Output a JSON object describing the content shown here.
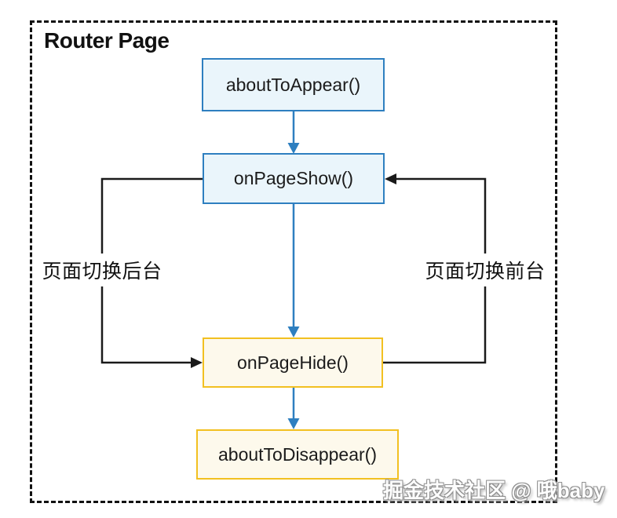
{
  "diagram": {
    "title": "Router Page",
    "nodes": [
      {
        "id": "aboutToAppear",
        "label": "aboutToAppear()",
        "style": "blue"
      },
      {
        "id": "onPageShow",
        "label": "onPageShow()",
        "style": "blue"
      },
      {
        "id": "onPageHide",
        "label": "onPageHide()",
        "style": "yellow"
      },
      {
        "id": "aboutToDisappear",
        "label": "aboutToDisappear()",
        "style": "yellow"
      }
    ],
    "edge_labels": {
      "left": "页面切换后台",
      "right": "页面切换前台"
    },
    "colors": {
      "blue_border": "#2e7fc0",
      "blue_fill": "#eaf5fb",
      "yellow_border": "#f2c021",
      "yellow_fill": "#fdf9ec",
      "arrow_blue": "#2e7fc0",
      "arrow_black": "#1a1a1a",
      "frame_border": "#111111"
    }
  },
  "watermark": {
    "text": "掘金技术社区 @ 哦baby"
  }
}
